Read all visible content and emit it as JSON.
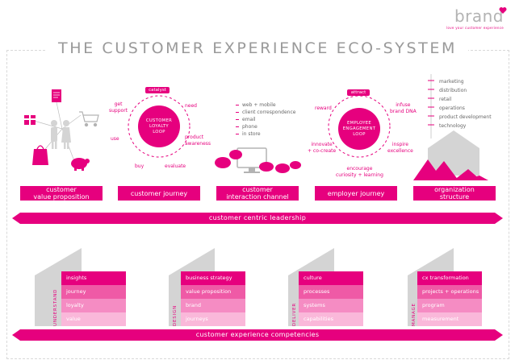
{
  "header": {
    "title": "THE CUSTOMER EXPERIENCE ECO-SYSTEM",
    "logo_word": "brand",
    "logo_tagline": "love your customer experience"
  },
  "colors": {
    "accent": "#e6007e",
    "grey": "#9a9a9a",
    "shape_grey": "#d4d4d4"
  },
  "sections": [
    {
      "label": "customer\nvalue proposition"
    },
    {
      "label": "customer journey"
    },
    {
      "label": "customer\ninteraction channel"
    },
    {
      "label": "employer journey"
    },
    {
      "label": "organization\nstructure"
    }
  ],
  "customer_loop": {
    "center": "CUSTOMER\nLOYALTY\nLOOP",
    "tag": "catalyst",
    "steps": [
      "get\nsupport",
      "need",
      "product\nawareness",
      "evaluate",
      "buy",
      "use"
    ]
  },
  "channels": [
    "web + mobile",
    "client correspondence",
    "email",
    "phone",
    "in store"
  ],
  "employee_loop": {
    "center": "EMPLOYEE\nENGAGEMENT\nLOOP",
    "tag": "attract",
    "steps": [
      "reward",
      "infuse\nbrand DNA",
      "inspire\nexcellence",
      "encourage\ncuriosity + learning",
      "innovate\n+ co-create"
    ]
  },
  "organization": [
    "marketing",
    "distribution",
    "retail",
    "operations",
    "product development",
    "technology"
  ],
  "leadership_bar": "customer centric leadership",
  "competencies_bar": "customer experience competencies",
  "competencies": [
    {
      "stage": "UNDERSTAND",
      "items": [
        "insights",
        "journey",
        "loyalty",
        "value"
      ]
    },
    {
      "stage": "DESIGN",
      "items": [
        "business strategy",
        "value proposition",
        "brand",
        "journeys"
      ]
    },
    {
      "stage": "DELIVER",
      "items": [
        "culture",
        "processes",
        "systems",
        "capabilities"
      ]
    },
    {
      "stage": "MANAGE",
      "items": [
        "cx transformation",
        "projects + operations",
        "program",
        "measurement"
      ]
    }
  ]
}
